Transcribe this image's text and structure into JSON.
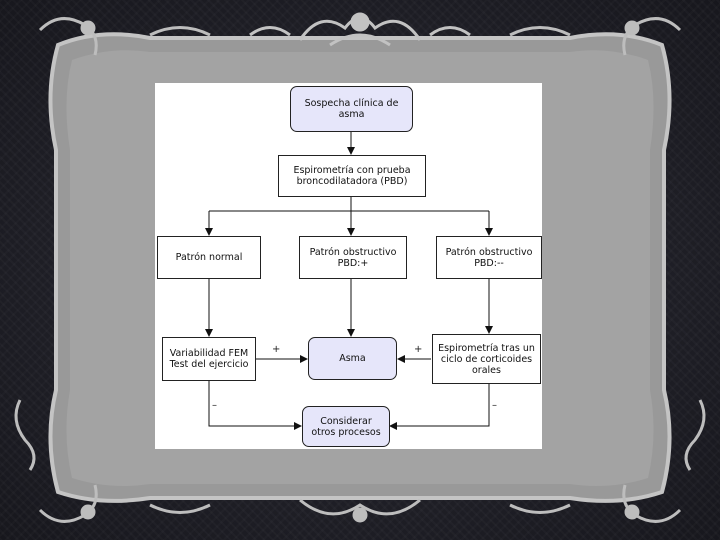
{
  "colors": {
    "background": "#1c1c24",
    "frame_fill": "#9a9a9a",
    "ornament": "#b8b8b8",
    "terminal_box_fill": "#e6e6fa",
    "box_border": "#222222"
  },
  "diagram": {
    "nodes": {
      "start": "Sospecha clínica de\nasma",
      "spirometry": "Espirometría con prueba\nbroncodilatadora (PBD)",
      "normal": "Patrón normal",
      "obstructive_pos": "Patrón obstructivo\nPBD:+",
      "obstructive_neg": "Patrón obstructivo\nPBD:--",
      "variability": "Variabilidad FEM\nTest del ejercicio",
      "asthma": "Asma",
      "spirometry_steroids": "Espirometría tras un\nciclo de corticoides\norales",
      "consider": "Considerar\notros procesos"
    },
    "signs": {
      "left_plus": "+",
      "right_plus": "+",
      "left_minus": "–",
      "right_minus": "–"
    }
  }
}
